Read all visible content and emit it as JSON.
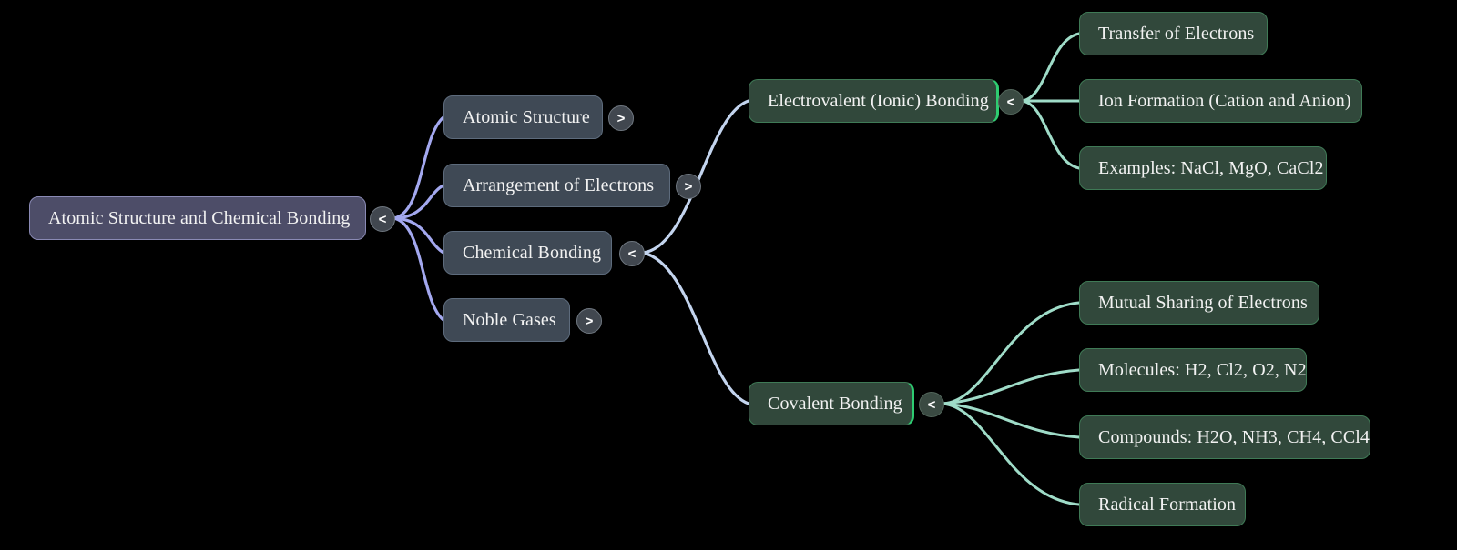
{
  "diagram": {
    "type": "mindmap",
    "title": "Atomic Structure and Chemical Bonding",
    "background": "#000000",
    "colors": {
      "root_fill": "#4d4d68",
      "level2_fill": "#3f4955",
      "level3_fill": "#31483b",
      "leaf_fill": "#31483b",
      "edge_purple": "#a3a8ef",
      "edge_blue": "#c3d4ee",
      "edge_mint": "#9fdcc8",
      "accent_green": "#2ecc71",
      "text": "#f2f2f2"
    }
  },
  "nodes": {
    "root": {
      "label": "Atomic Structure and Chemical Bonding",
      "toggle": "<",
      "expanded": true
    },
    "level2": [
      {
        "label": "Atomic Structure",
        "toggle": ">",
        "expanded": false
      },
      {
        "label": "Arrangement of Electrons",
        "toggle": ">",
        "expanded": false
      },
      {
        "label": "Chemical Bonding",
        "toggle": "<",
        "expanded": true
      },
      {
        "label": "Noble Gases",
        "toggle": ">",
        "expanded": false
      }
    ],
    "level3": [
      {
        "label": "Electrovalent (Ionic) Bonding",
        "toggle": "<",
        "expanded": true
      },
      {
        "label": "Covalent Bonding",
        "toggle": "<",
        "expanded": true
      }
    ],
    "ionic_children": [
      {
        "label": "Transfer of Electrons"
      },
      {
        "label": "Ion Formation (Cation and Anion)"
      },
      {
        "label": "Examples: NaCl, MgO, CaCl2"
      }
    ],
    "covalent_children": [
      {
        "label": "Mutual Sharing of Electrons"
      },
      {
        "label": "Molecules: H2, Cl2, O2, N2"
      },
      {
        "label": "Compounds: H2O, NH3, CH4, CCl4"
      },
      {
        "label": "Radical Formation"
      }
    ]
  }
}
